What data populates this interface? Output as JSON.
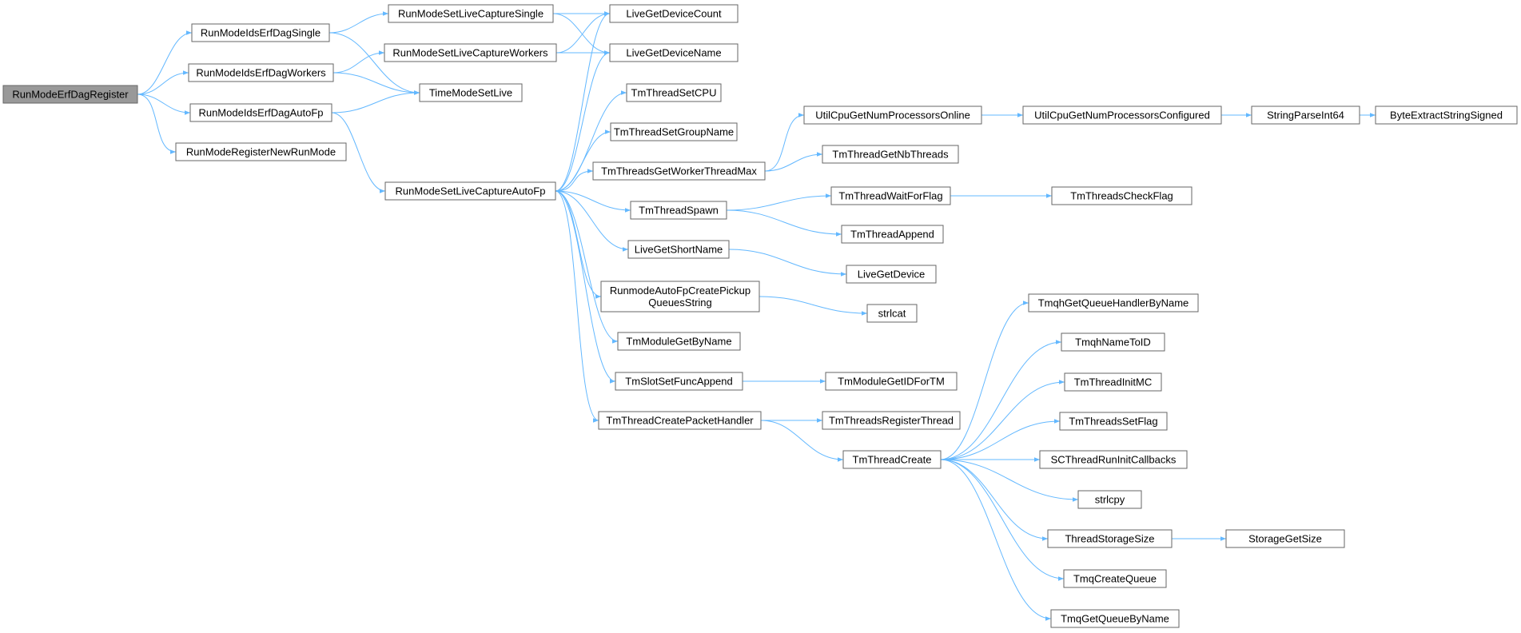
{
  "graph": {
    "colors": {
      "edge": "#63b8ff",
      "node_border": "#666666",
      "root_fill": "#999999",
      "node_fill": "#ffffff"
    },
    "nodes": {
      "n_root": [
        "RunModeErfDagRegister"
      ],
      "n_single": [
        "RunModeIdsErfDagSingle"
      ],
      "n_workers": [
        "RunModeIdsErfDagWorkers"
      ],
      "n_autofp": [
        "RunModeIdsErfDagAutoFp"
      ],
      "n_regnew": [
        "RunModeRegisterNewRunMode"
      ],
      "n_lcs": [
        "RunModeSetLiveCaptureSingle"
      ],
      "n_lcw": [
        "RunModeSetLiveCaptureWorkers"
      ],
      "n_tmsl": [
        "TimeModeSetLive"
      ],
      "n_lcafp": [
        "RunModeSetLiveCaptureAutoFp"
      ],
      "n_ldc": [
        "LiveGetDeviceCount"
      ],
      "n_ldn": [
        "LiveGetDeviceName"
      ],
      "n_tscpu": [
        "TmThreadSetCPU"
      ],
      "n_tsgn": [
        "TmThreadSetGroupName"
      ],
      "n_tgwtm": [
        "TmThreadsGetWorkerThreadMax"
      ],
      "n_tsp": [
        "TmThreadSpawn"
      ],
      "n_lgsn": [
        "LiveGetShortName"
      ],
      "n_rafp": [
        "RunmodeAutoFpCreatePickup",
        "QueuesString"
      ],
      "n_tmgbn": [
        "TmModuleGetByName"
      ],
      "n_tsfa": [
        "TmSlotSetFuncAppend"
      ],
      "n_tcph": [
        "TmThreadCreatePacketHandler"
      ],
      "n_ucpo": [
        "UtilCpuGetNumProcessorsOnline"
      ],
      "n_tgnb": [
        "TmThreadGetNbThreads"
      ],
      "n_twff": [
        "TmThreadWaitForFlag"
      ],
      "n_tapp": [
        "TmThreadAppend"
      ],
      "n_lgd": [
        "LiveGetDevice"
      ],
      "n_strlcat": [
        "strlcat"
      ],
      "n_tmgid": [
        "TmModuleGetIDForTM"
      ],
      "n_trt": [
        "TmThreadsRegisterThread"
      ],
      "n_tcreate": [
        "TmThreadCreate"
      ],
      "n_ucpc": [
        "UtilCpuGetNumProcessorsConfigured"
      ],
      "n_tcf": [
        "TmThreadsCheckFlag"
      ],
      "n_spi": [
        "StringParseInt64"
      ],
      "n_bess": [
        "ByteExtractStringSigned"
      ],
      "n_tqhbn": [
        "TmqhGetQueueHandlerByName"
      ],
      "n_tqhid": [
        "TmqhNameToID"
      ],
      "n_timc": [
        "TmThreadInitMC"
      ],
      "n_tssf": [
        "TmThreadsSetFlag"
      ],
      "n_scrc": [
        "SCThreadRunInitCallbacks"
      ],
      "n_strlcpy": [
        "strlcpy"
      ],
      "n_tss": [
        "ThreadStorageSize"
      ],
      "n_sgs": [
        "StorageGetSize"
      ],
      "n_tqcq": [
        "TmqCreateQueue"
      ],
      "n_tqgq": [
        "TmqGetQueueByName"
      ]
    },
    "edges": [
      [
        "n_root",
        "n_single"
      ],
      [
        "n_root",
        "n_workers"
      ],
      [
        "n_root",
        "n_autofp"
      ],
      [
        "n_root",
        "n_regnew"
      ],
      [
        "n_single",
        "n_lcs"
      ],
      [
        "n_single",
        "n_tmsl"
      ],
      [
        "n_workers",
        "n_lcw"
      ],
      [
        "n_workers",
        "n_tmsl"
      ],
      [
        "n_autofp",
        "n_tmsl"
      ],
      [
        "n_autofp",
        "n_lcafp"
      ],
      [
        "n_lcs",
        "n_ldc"
      ],
      [
        "n_lcs",
        "n_ldn"
      ],
      [
        "n_lcw",
        "n_ldc"
      ],
      [
        "n_lcw",
        "n_ldn"
      ],
      [
        "n_lcafp",
        "n_ldc"
      ],
      [
        "n_lcafp",
        "n_ldn"
      ],
      [
        "n_lcafp",
        "n_tscpu"
      ],
      [
        "n_lcafp",
        "n_tsgn"
      ],
      [
        "n_lcafp",
        "n_tgwtm"
      ],
      [
        "n_lcafp",
        "n_tsp"
      ],
      [
        "n_lcafp",
        "n_lgsn"
      ],
      [
        "n_lcafp",
        "n_rafp"
      ],
      [
        "n_lcafp",
        "n_tmgbn"
      ],
      [
        "n_lcafp",
        "n_tsfa"
      ],
      [
        "n_lcafp",
        "n_tcph"
      ],
      [
        "n_tgwtm",
        "n_ucpo"
      ],
      [
        "n_tgwtm",
        "n_tgnb"
      ],
      [
        "n_tsp",
        "n_twff"
      ],
      [
        "n_tsp",
        "n_tapp"
      ],
      [
        "n_lgsn",
        "n_lgd"
      ],
      [
        "n_rafp",
        "n_strlcat"
      ],
      [
        "n_tsfa",
        "n_tmgid"
      ],
      [
        "n_tcph",
        "n_trt"
      ],
      [
        "n_tcph",
        "n_tcreate"
      ],
      [
        "n_ucpo",
        "n_ucpc"
      ],
      [
        "n_ucpc",
        "n_spi"
      ],
      [
        "n_spi",
        "n_bess"
      ],
      [
        "n_twff",
        "n_tcf"
      ],
      [
        "n_tcreate",
        "n_tqhbn"
      ],
      [
        "n_tcreate",
        "n_tqhid"
      ],
      [
        "n_tcreate",
        "n_timc"
      ],
      [
        "n_tcreate",
        "n_tssf"
      ],
      [
        "n_tcreate",
        "n_scrc"
      ],
      [
        "n_tcreate",
        "n_strlcpy"
      ],
      [
        "n_tcreate",
        "n_tss"
      ],
      [
        "n_tcreate",
        "n_tqcq"
      ],
      [
        "n_tcreate",
        "n_tqgq"
      ],
      [
        "n_tss",
        "n_sgs"
      ]
    ]
  }
}
